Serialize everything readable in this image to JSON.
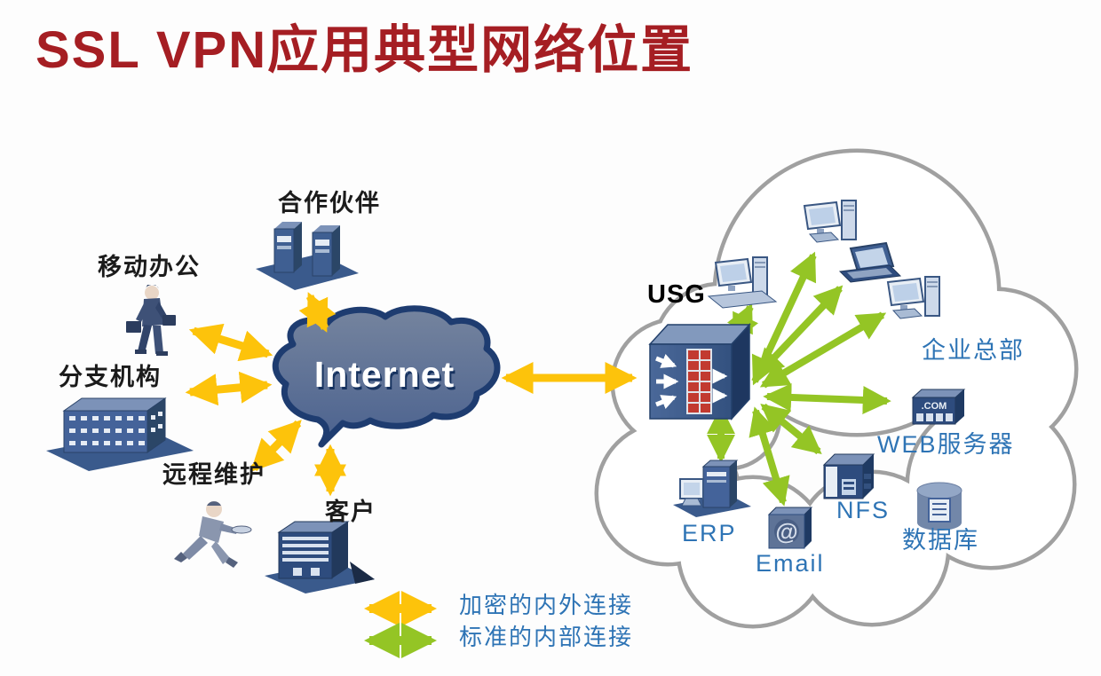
{
  "title": "SSL VPN应用典型网络位置",
  "labels": {
    "partner": "合作伙伴",
    "mobile_office": "移动办公",
    "branch_office": "分支机构",
    "remote_maintenance": "远程维护",
    "customer": "客户",
    "internet": "Internet",
    "usg": "USG",
    "headquarters": "企业总部",
    "web_server": "WEB服务器",
    "nfs": "NFS",
    "erp": "ERP",
    "email": "Email",
    "database": "数据库"
  },
  "icon_text": {
    "com_server": ".COM",
    "email_at": "@"
  },
  "legend": {
    "encrypted_label": "加密的内外连接",
    "standard_label": "标准的内部连接"
  },
  "colors": {
    "title_red": "#A51E23",
    "encrypted_yellow": "#FDC30B",
    "standard_green": "#94C525",
    "label_blue": "#2E74B5",
    "device_navy": "#2E4C7E",
    "internet_cloud_border": "#1E3C70",
    "internet_cloud_fill": "#66758F",
    "enterprise_cloud_gray": "#A0A0A0"
  }
}
